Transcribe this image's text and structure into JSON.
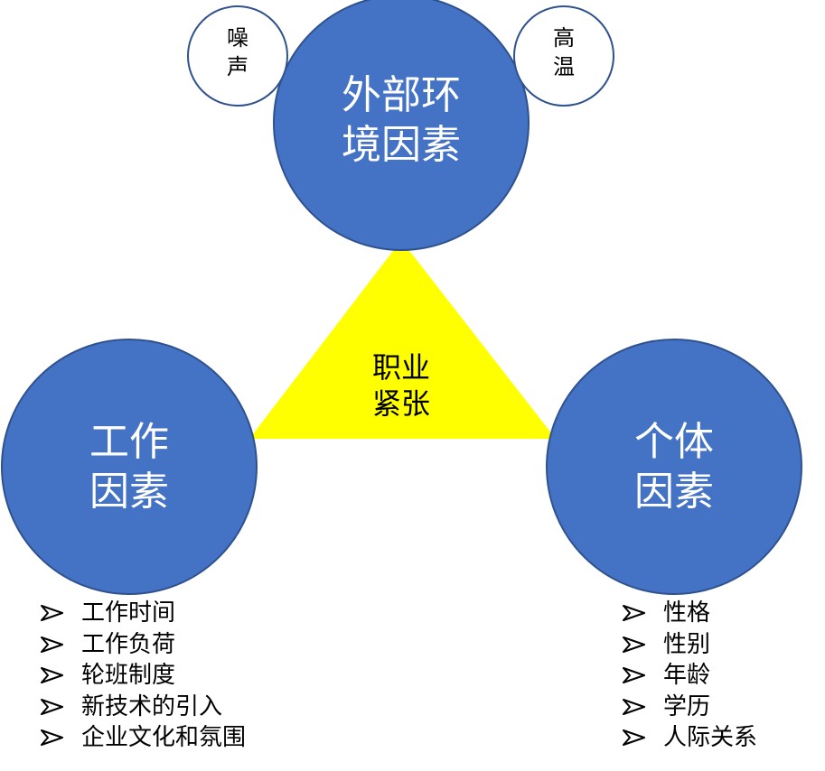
{
  "diagram": {
    "center": {
      "line1": "职业",
      "line2": "紧张"
    },
    "external": {
      "line1": "外部环",
      "line2": "境因素",
      "left_badge": {
        "line1": "噪",
        "line2": "声"
      },
      "right_badge": {
        "line1": "高",
        "line2": "温"
      }
    },
    "work": {
      "line1": "工作",
      "line2": "因素",
      "items": [
        "工作时间",
        "工作负荷",
        "轮班制度",
        "新技术的引入",
        "企业文化和氛围"
      ]
    },
    "individual": {
      "line1": "个体",
      "line2": "因素",
      "items": [
        "性格",
        "性别",
        "年龄",
        "学历",
        "人际关系"
      ]
    }
  },
  "colors": {
    "circle_fill": "#4472C4",
    "circle_stroke": "#2F528F",
    "triangle_fill": "#FFFF00",
    "badge_stroke": "#2F528F",
    "text_dark": "#000000",
    "text_light": "#FFFFFF"
  },
  "icons": {
    "bullet": "arrow-bullet-icon"
  }
}
